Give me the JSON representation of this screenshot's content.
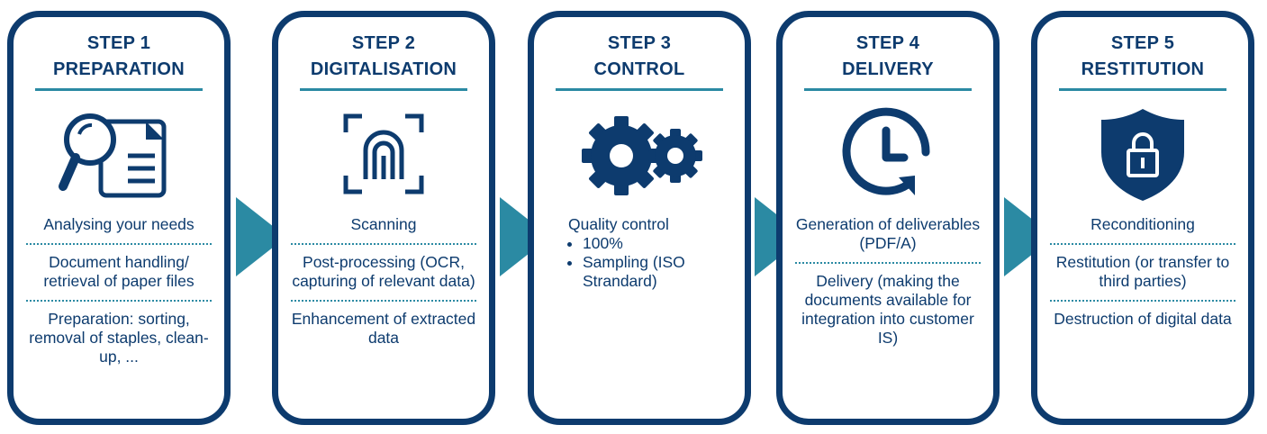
{
  "colors": {
    "navy": "#0d3b6e",
    "teal": "#2b8aa3"
  },
  "steps": [
    {
      "number": "STEP 1",
      "name": "PREPARATION",
      "icon": "magnifier-document-icon",
      "items": [
        "Analysing your needs",
        "Document handling/ retrieval of paper files",
        "Preparation: sorting, removal of staples, clean-up, ..."
      ]
    },
    {
      "number": "STEP 2",
      "name": "DIGITALISATION",
      "icon": "fingerprint-scan-icon",
      "items": [
        "Scanning",
        "Post-processing (OCR, capturing of relevant data)",
        "Enhancement of extracted data"
      ]
    },
    {
      "number": "STEP 3",
      "name": "CONTROL",
      "icon": "gears-icon",
      "items_heading": "Quality control",
      "bullets": [
        "100%",
        "Sampling (ISO Strandard)"
      ]
    },
    {
      "number": "STEP 4",
      "name": "DELIVERY",
      "icon": "clock-arrow-icon",
      "items": [
        "Generation of deliverables (PDF/A)",
        "Delivery (making the documents available for integration into customer IS)"
      ]
    },
    {
      "number": "STEP 5",
      "name": "RESTITUTION",
      "icon": "shield-lock-icon",
      "items": [
        "Reconditioning",
        "Restitution (or transfer to third parties)",
        "Destruction of digital data"
      ]
    }
  ]
}
